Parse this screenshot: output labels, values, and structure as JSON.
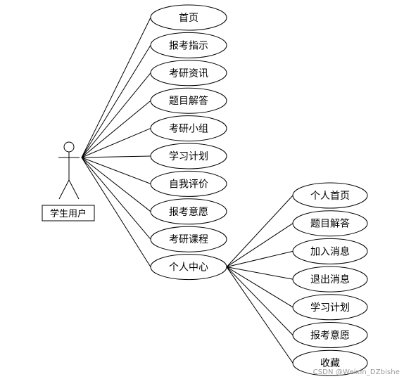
{
  "actor": {
    "label": "学生用户"
  },
  "main_use_cases": [
    {
      "id": "home",
      "label": "首页"
    },
    {
      "id": "exam-guide",
      "label": "报考指示"
    },
    {
      "id": "kaoyan-info",
      "label": "考研资讯"
    },
    {
      "id": "qa",
      "label": "题目解答"
    },
    {
      "id": "study-group",
      "label": "考研小组"
    },
    {
      "id": "study-plan",
      "label": "学习计划"
    },
    {
      "id": "self-eval",
      "label": "自我评价"
    },
    {
      "id": "exam-intent",
      "label": "报考意愿"
    },
    {
      "id": "courses",
      "label": "考研课程"
    },
    {
      "id": "personal-center",
      "label": "个人中心"
    }
  ],
  "personal_center_use_cases": [
    {
      "id": "personal-home",
      "label": "个人首页"
    },
    {
      "id": "pc-qa",
      "label": "题目解答"
    },
    {
      "id": "join-msg",
      "label": "加入消息"
    },
    {
      "id": "quit-msg",
      "label": "退出消息"
    },
    {
      "id": "pc-plan",
      "label": "学习计划"
    },
    {
      "id": "pc-intent",
      "label": "报考意愿"
    },
    {
      "id": "favorites",
      "label": "收藏"
    }
  ],
  "watermark": "CSDN @Weixin_DZbishe"
}
